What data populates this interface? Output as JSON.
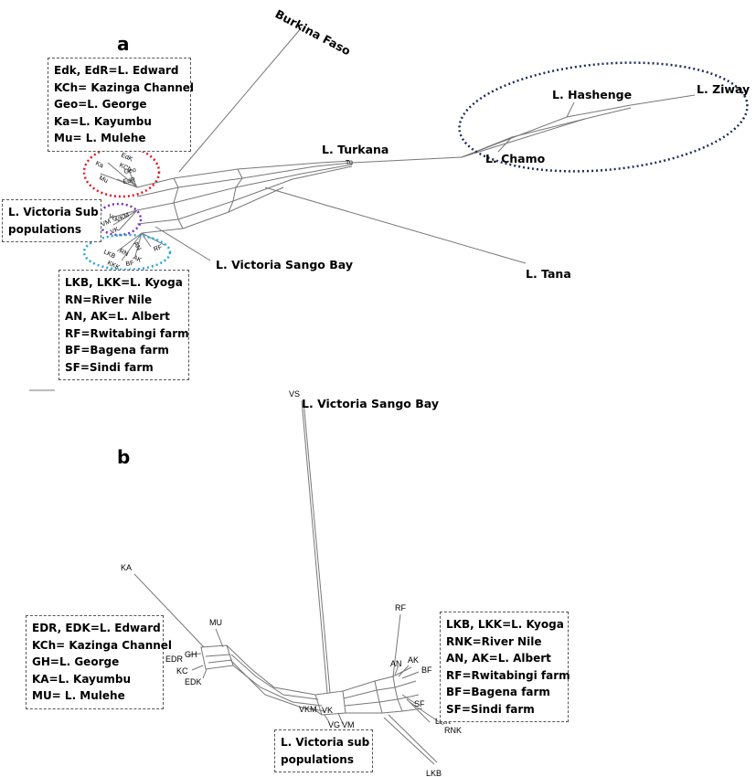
{
  "panels": [
    {
      "letter": "a",
      "legend_top": [
        "Edk, EdR=L. Edward",
        "KCh= Kazinga Channel",
        "Geo=L. George",
        "Ka=L. Kayumbu",
        "Mu= L. Mulehe"
      ],
      "legend_bottom": [
        "LKB, LKK=L. Kyoga",
        "RN=River Nile",
        "AN, AK=L. Albert",
        "RF=Rwitabingi farm",
        "BF=Bagena farm",
        "SF=Sindi farm"
      ],
      "group_box": [
        "L. Victoria Sub",
        "populations"
      ],
      "labels": {
        "burkina": "Burkina Faso",
        "hashenge": "L. Hashenge",
        "ziway": "L. Ziway",
        "chamo": "L. Chamo",
        "turkana": "L. Turkana",
        "tu": "Tu",
        "tana": "L. Tana",
        "sango": "L. Victoria Sango Bay"
      },
      "small_labels": [
        "EdK",
        "KCh",
        "Ka",
        "Geo",
        "Mu",
        "EdR",
        "VG",
        "VM",
        "VKM",
        "VK",
        "AN",
        "RF",
        "LKB",
        "RN",
        "AK",
        "KKK",
        "BF"
      ],
      "ellipse_colors": {
        "red": "#e8141c",
        "purple": "#7b2fbf",
        "cyan": "#22a8e0",
        "navy": "#1f2d5c"
      }
    },
    {
      "letter": "b",
      "legend_left": [
        "EDR, EDK=L. Edward",
        "KCh= Kazinga Channel",
        "GH=L. George",
        "KA=L. Kayumbu",
        "MU= L. Mulehe"
      ],
      "legend_right": [
        "LKB, LKK=L. Kyoga",
        "RNK=River Nile",
        "AN, AK=L. Albert",
        "RF=Rwitabingi farm",
        "BF=Bagena farm",
        "SF=Sindi farm"
      ],
      "group_box": [
        "L. Victoria sub",
        "populations"
      ],
      "labels": {
        "vs": "VS",
        "sango": "L. Victoria Sango Bay",
        "ka": "KA",
        "mu": "MU",
        "edr": "EDR",
        "gh": "GH",
        "kc": "KC",
        "edk": "EDK",
        "rf": "RF",
        "an": "AN",
        "ak": "AK",
        "bf": "BF",
        "sf": "SF",
        "lkk": "LKK",
        "rnk": "RNK",
        "lkb": "LKB",
        "vkm": "VKM",
        "vk": "VK",
        "vg": "VG",
        "vm": "VM"
      }
    }
  ]
}
